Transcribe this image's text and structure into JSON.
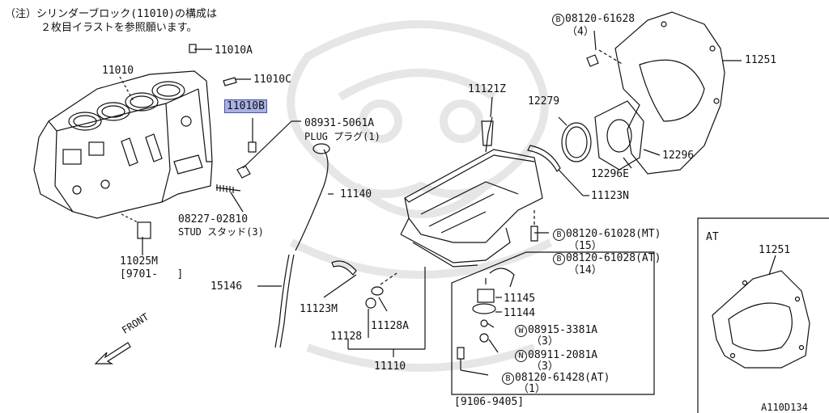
{
  "note": {
    "line1": "（注）シリンダーブロック(11010)の構成は",
    "line2": "２枚目イラストを参照願います。"
  },
  "labels": {
    "p11010": "11010",
    "p11010a": "11010A",
    "p11010c": "11010C",
    "p11010b": "11010B",
    "p08931_a": "08931-5061A",
    "p08931_b": "PLUG プラグ(1)",
    "p11140": "11140",
    "p08227_a": "08227-02810",
    "p08227_b": "STUD スタッド(3)",
    "p11025m_a": "11025M",
    "p11025m_b": "[9701-   ]",
    "p15146": "15146",
    "p11123m": "11123M",
    "p11128": "11128",
    "p11128a": "11128A",
    "p11110": "11110",
    "front": "FRONT",
    "p11121z": "11121Z",
    "p12279": "12279",
    "p11123n": "11123N",
    "b_61628_code": "B",
    "b_61628": "08120-61628",
    "b_61628_q": "（4）",
    "p11251": "11251",
    "p12296": "12296",
    "p12296e": "12296E",
    "b_61028mt_code": "B",
    "b_61028mt": "08120-61028(MT)",
    "b_61028mt_q": "（15）",
    "b_61028at_code": "B",
    "b_61028at": "08120-61028(AT)",
    "b_61028at_q": "（14）",
    "p11145": "11145",
    "p11144": "11144",
    "w_code": "W",
    "w_08915": "08915-3381A",
    "w_q": "（3）",
    "n_code": "N",
    "n_08911": "08911-2081A",
    "n_q": "（3）",
    "b_61428_code": "B",
    "b_61428": "08120-61428(AT)",
    "b_61428_q": "（1）",
    "range_9106": "[9106-9405]",
    "at_title": "AT",
    "at_11251": "11251",
    "ref_code": "A110D134"
  },
  "colors": {
    "line": "#111111",
    "highlight_fill": "#aab1e4",
    "highlight_border": "#4a53a8",
    "watermark": "#e6e6e6"
  }
}
